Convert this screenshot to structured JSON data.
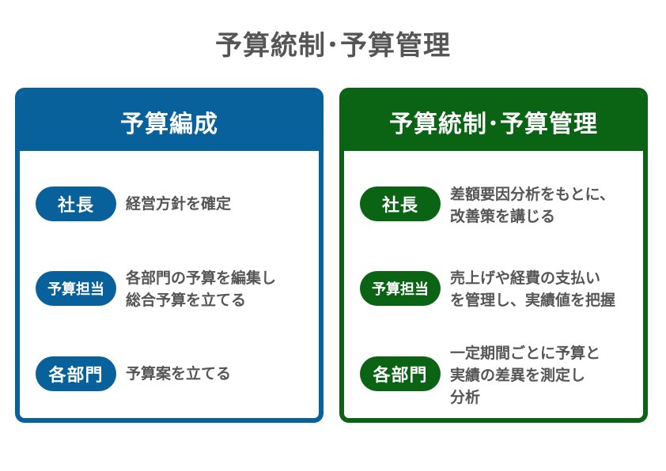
{
  "colors": {
    "left_accent": "#08619a",
    "right_accent": "#0b6314",
    "title_text": "#555555",
    "body_text": "#555555"
  },
  "title": "予算統制･予算管理",
  "left_panel": {
    "header": "予算編成",
    "rows": [
      {
        "role": "社長",
        "desc": "経営方針を確定"
      },
      {
        "role": "予算担当",
        "desc": "各部門の予算を編集し\n総合予算を立てる"
      },
      {
        "role": "各部門",
        "desc": "予算案を立てる"
      }
    ]
  },
  "right_panel": {
    "header": "予算統制･予算管理",
    "rows": [
      {
        "role": "社長",
        "desc": "差額要因分析をもとに、\n改善策を講じる"
      },
      {
        "role": "予算担当",
        "desc": "売上げや経費の支払い\nを管理し、実績値を把握"
      },
      {
        "role": "各部門",
        "desc": "一定期間ごとに予算と\n実績の差異を測定し\n分析"
      }
    ]
  }
}
